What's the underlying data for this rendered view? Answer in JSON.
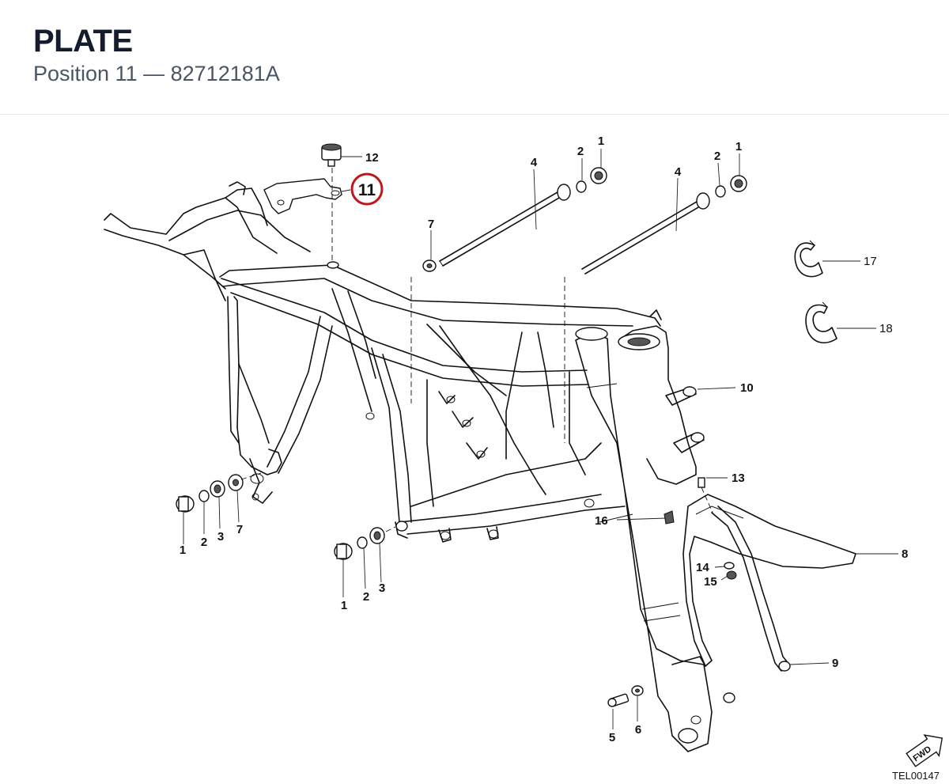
{
  "header": {
    "title": "PLATE",
    "position_label": "Position 11",
    "separator": "—",
    "part_number": "82712181A"
  },
  "diagram": {
    "highlighted_position": "11",
    "drawing_code": "TEL00147",
    "fwd_label": "FWD",
    "callouts": {
      "c1_top_a": "1",
      "c2_top_a": "2",
      "c4_a": "4",
      "c1_top_b": "1",
      "c2_top_b": "2",
      "c4_b": "4",
      "c7_top": "7",
      "c12": "12",
      "c17": "17",
      "c18": "18",
      "c10": "10",
      "c13": "13",
      "c16": "16",
      "c8": "8",
      "c14": "14",
      "c15": "15",
      "c9": "9",
      "c5": "5",
      "c6": "6",
      "c1_left": "1",
      "c2_left": "2",
      "c3_left": "3",
      "c7_left": "7",
      "c1_mid": "1",
      "c2_mid": "2",
      "c3_mid": "3"
    }
  },
  "colors": {
    "title": "#141c2e",
    "subtitle": "#4a5566",
    "highlight_ring": "#c0161e"
  }
}
